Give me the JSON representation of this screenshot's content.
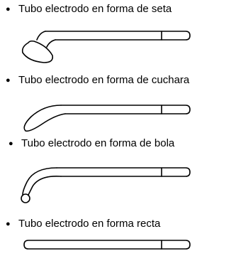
{
  "items": [
    {
      "label": "Tubo electrodo en forma de seta",
      "icon": "mushroom-electrode-tube-icon"
    },
    {
      "label": "Tubo electrodo en forma de cuchara",
      "icon": "spoon-electrode-tube-icon"
    },
    {
      "label": "Tubo electrodo en forma de bola",
      "icon": "ball-electrode-tube-icon"
    },
    {
      "label": "Tubo electrodo en forma recta",
      "icon": "straight-electrode-tube-icon"
    }
  ]
}
